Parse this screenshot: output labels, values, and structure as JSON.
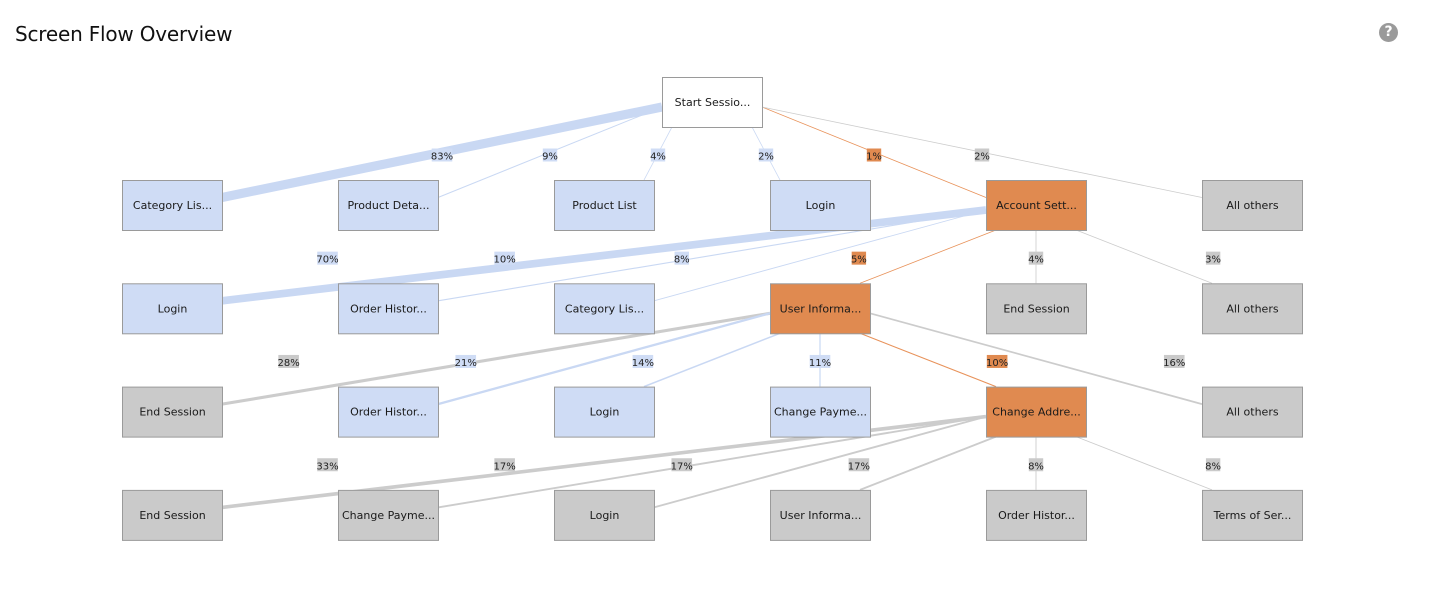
{
  "header": {
    "title": "Screen Flow Overview",
    "help_icon": "question-circle-icon"
  },
  "colors": {
    "blue_node": "#cfdcf5",
    "orange_node": "#e08a50",
    "gray_node": "#cacaca",
    "white_node": "#ffffff",
    "blue_link": "#c9d8f3",
    "orange_link": "#e8925a",
    "gray_link": "#cccccc",
    "node_border": "#9a9a9a"
  },
  "nodes": [
    {
      "id": "start",
      "label": "Start Sessio...",
      "level": 0,
      "col": 2.5,
      "type": "white"
    },
    {
      "id": "l1_0",
      "label": "Category Lis...",
      "level": 1,
      "col": 0,
      "type": "blue"
    },
    {
      "id": "l1_1",
      "label": "Product Deta...",
      "level": 1,
      "col": 1,
      "type": "blue"
    },
    {
      "id": "l1_2",
      "label": "Product List",
      "level": 1,
      "col": 2,
      "type": "blue"
    },
    {
      "id": "l1_3",
      "label": "Login",
      "level": 1,
      "col": 3,
      "type": "blue"
    },
    {
      "id": "l1_4",
      "label": "Account Sett...",
      "level": 1,
      "col": 4,
      "type": "orange"
    },
    {
      "id": "l1_5",
      "label": "All others",
      "level": 1,
      "col": 5,
      "type": "gray"
    },
    {
      "id": "l2_0",
      "label": "Login",
      "level": 2,
      "col": 0,
      "type": "blue"
    },
    {
      "id": "l2_1",
      "label": "Order Histor...",
      "level": 2,
      "col": 1,
      "type": "blue"
    },
    {
      "id": "l2_2",
      "label": "Category Lis...",
      "level": 2,
      "col": 2,
      "type": "blue"
    },
    {
      "id": "l2_3",
      "label": "User Informa...",
      "level": 2,
      "col": 3,
      "type": "orange"
    },
    {
      "id": "l2_4",
      "label": "End Session",
      "level": 2,
      "col": 4,
      "type": "gray"
    },
    {
      "id": "l2_5",
      "label": "All others",
      "level": 2,
      "col": 5,
      "type": "gray"
    },
    {
      "id": "l3_0",
      "label": "End Session",
      "level": 3,
      "col": 0,
      "type": "gray"
    },
    {
      "id": "l3_1",
      "label": "Order Histor...",
      "level": 3,
      "col": 1,
      "type": "blue"
    },
    {
      "id": "l3_2",
      "label": "Login",
      "level": 3,
      "col": 2,
      "type": "blue"
    },
    {
      "id": "l3_3",
      "label": "Change Payme...",
      "level": 3,
      "col": 3,
      "type": "blue"
    },
    {
      "id": "l3_4",
      "label": "Change Addre...",
      "level": 3,
      "col": 4,
      "type": "orange"
    },
    {
      "id": "l3_5",
      "label": "All others",
      "level": 3,
      "col": 5,
      "type": "gray"
    },
    {
      "id": "l4_0",
      "label": "End Session",
      "level": 4,
      "col": 0,
      "type": "gray"
    },
    {
      "id": "l4_1",
      "label": "Change Payme...",
      "level": 4,
      "col": 1,
      "type": "gray"
    },
    {
      "id": "l4_2",
      "label": "Login",
      "level": 4,
      "col": 2,
      "type": "gray"
    },
    {
      "id": "l4_3",
      "label": "User Informa...",
      "level": 4,
      "col": 3,
      "type": "gray"
    },
    {
      "id": "l4_4",
      "label": "Order Histor...",
      "level": 4,
      "col": 4,
      "type": "gray"
    },
    {
      "id": "l4_5",
      "label": "Terms of Ser...",
      "level": 4,
      "col": 5,
      "type": "gray"
    }
  ],
  "links": [
    {
      "from": "start",
      "to": "l1_0",
      "pct": 83,
      "label": "83%",
      "type": "blue"
    },
    {
      "from": "start",
      "to": "l1_1",
      "pct": 9,
      "label": "9%",
      "type": "blue"
    },
    {
      "from": "start",
      "to": "l1_2",
      "pct": 4,
      "label": "4%",
      "type": "blue"
    },
    {
      "from": "start",
      "to": "l1_3",
      "pct": 2,
      "label": "2%",
      "type": "blue"
    },
    {
      "from": "start",
      "to": "l1_4",
      "pct": 1,
      "label": "1%",
      "type": "orange"
    },
    {
      "from": "start",
      "to": "l1_5",
      "pct": 2,
      "label": "2%",
      "type": "gray"
    },
    {
      "from": "l1_4",
      "to": "l2_0",
      "pct": 70,
      "label": "70%",
      "type": "blue"
    },
    {
      "from": "l1_4",
      "to": "l2_1",
      "pct": 10,
      "label": "10%",
      "type": "blue"
    },
    {
      "from": "l1_4",
      "to": "l2_2",
      "pct": 8,
      "label": "8%",
      "type": "blue"
    },
    {
      "from": "l1_4",
      "to": "l2_3",
      "pct": 5,
      "label": "5%",
      "type": "orange"
    },
    {
      "from": "l1_4",
      "to": "l2_4",
      "pct": 4,
      "label": "4%",
      "type": "gray"
    },
    {
      "from": "l1_4",
      "to": "l2_5",
      "pct": 3,
      "label": "3%",
      "type": "gray"
    },
    {
      "from": "l2_3",
      "to": "l3_0",
      "pct": 28,
      "label": "28%",
      "type": "gray"
    },
    {
      "from": "l2_3",
      "to": "l3_1",
      "pct": 21,
      "label": "21%",
      "type": "blue"
    },
    {
      "from": "l2_3",
      "to": "l3_2",
      "pct": 14,
      "label": "14%",
      "type": "blue"
    },
    {
      "from": "l2_3",
      "to": "l3_3",
      "pct": 11,
      "label": "11%",
      "type": "blue"
    },
    {
      "from": "l2_3",
      "to": "l3_4",
      "pct": 10,
      "label": "10%",
      "type": "orange"
    },
    {
      "from": "l2_3",
      "to": "l3_5",
      "pct": 16,
      "label": "16%",
      "type": "gray"
    },
    {
      "from": "l3_4",
      "to": "l4_0",
      "pct": 33,
      "label": "33%",
      "type": "gray"
    },
    {
      "from": "l3_4",
      "to": "l4_1",
      "pct": 17,
      "label": "17%",
      "type": "gray"
    },
    {
      "from": "l3_4",
      "to": "l4_2",
      "pct": 17,
      "label": "17%",
      "type": "gray"
    },
    {
      "from": "l3_4",
      "to": "l4_3",
      "pct": 17,
      "label": "17%",
      "type": "gray"
    },
    {
      "from": "l3_4",
      "to": "l4_4",
      "pct": 8,
      "label": "8%",
      "type": "gray"
    },
    {
      "from": "l3_4",
      "to": "l4_5",
      "pct": 8,
      "label": "8%",
      "type": "gray"
    }
  ]
}
